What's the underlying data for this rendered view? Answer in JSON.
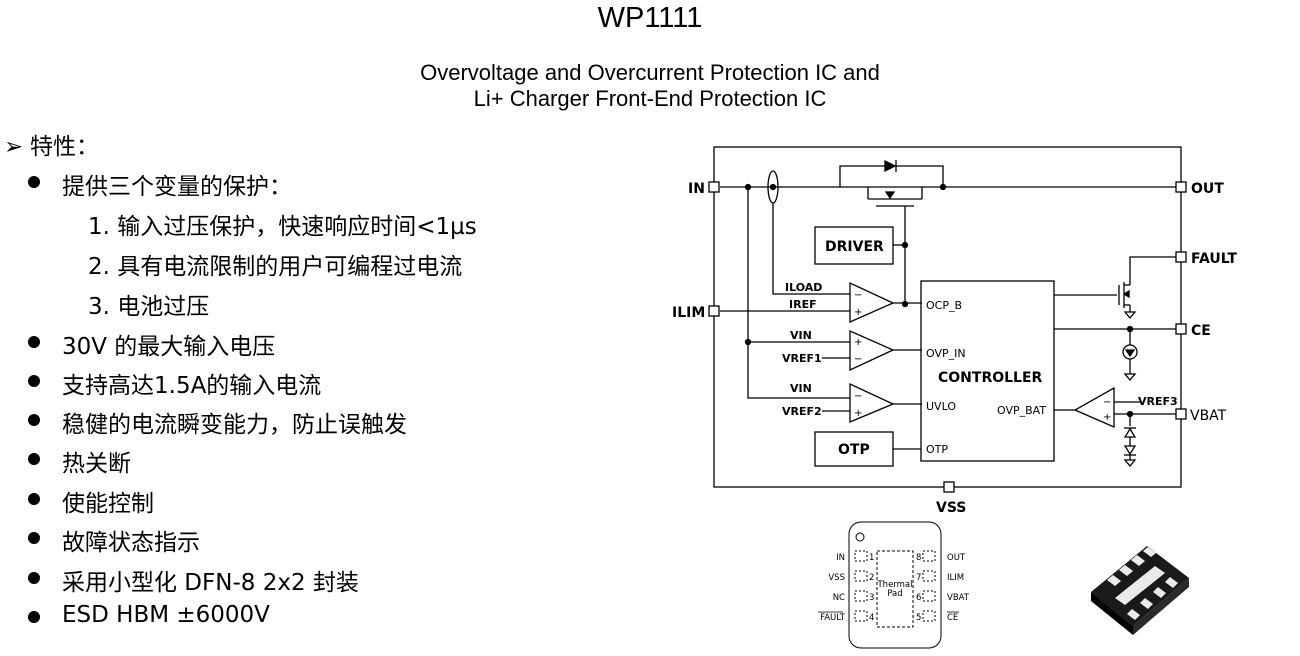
{
  "title": "WP1111",
  "subtitle": [
    "Overvoltage and Overcurrent Protection IC and",
    "Li+ Charger Front-End Protection IC"
  ],
  "features_heading": "特性：",
  "features": [
    {
      "text": "提供三个变量的保护：",
      "sub": [
        "1. 输入过压保护，快速响应时间<1µs",
        "2. 具有电流限制的用户可编程过电流",
        "3. 电池过压"
      ]
    },
    {
      "text": "30V 的最大输入电压"
    },
    {
      "text": "支持高达1.5A的输入电流"
    },
    {
      "text": "稳健的电流瞬变能力，防止误触发"
    },
    {
      "text": "热关断"
    },
    {
      "text": "使能控制"
    },
    {
      "text": "故障状态指示"
    },
    {
      "text": "采用小型化 DFN-8  2x2 封装"
    },
    {
      "text": "ESD HBM ±6000V"
    }
  ],
  "block_diagram": {
    "pins": {
      "in": "IN",
      "ilim": "ILIM",
      "out": "OUT",
      "fault": "FAULT",
      "ce": "CE",
      "vbat": "VBAT",
      "vss": "VSS"
    },
    "blocks": {
      "driver": "DRIVER",
      "otp": "OTP",
      "controller": "CONTROLLER"
    },
    "controller_ports": {
      "ocp_b": "OCP_B",
      "ovp_in": "OVP_IN",
      "uvlo": "UVLO",
      "otp": "OTP",
      "ovp_bat": "OVP_BAT"
    },
    "signals": {
      "iload": "ILOAD",
      "iref": "IREF",
      "vin1": "VIN",
      "vref1": "VREF1",
      "vin2": "VIN",
      "vref2": "VREF2",
      "vref3": "VREF3"
    }
  },
  "package": {
    "left_pins": [
      {
        "name": "IN",
        "num": "1"
      },
      {
        "name": "VSS",
        "num": "2"
      },
      {
        "name": "NC",
        "num": "3"
      },
      {
        "name": "FAULT",
        "num": "4"
      }
    ],
    "right_pins": [
      {
        "name": "OUT",
        "num": "8"
      },
      {
        "name": "ILIM",
        "num": "7"
      },
      {
        "name": "VBAT",
        "num": "6"
      },
      {
        "name": "CE",
        "num": "5"
      }
    ],
    "thermal_pad": [
      "Thermal",
      "Pad"
    ]
  },
  "colors": {
    "ink": "#000000",
    "chip": "#1a1a1a",
    "chip_pad": "#eaeaea"
  }
}
